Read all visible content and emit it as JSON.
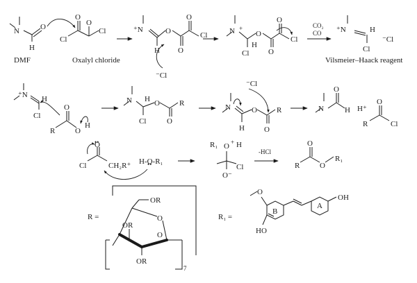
{
  "labels": {
    "dmf": "DMF",
    "oxalyl": "Oxalyl chloride",
    "vilsmeier": "Vilsmeier–Haack reagent",
    "co2": "CO₂",
    "co": "CO",
    "minus_hcl": "-HCl",
    "hplus": "H⁺",
    "r_eq": "R =",
    "r1_eq": "R₁ =",
    "sub7": "7",
    "ring_a": "A",
    "ring_b": "B"
  },
  "atoms": {
    "N": "N",
    "Nplus": "⁺N",
    "O": "O",
    "Cl": "Cl",
    "Clminus": "⁻Cl",
    "H": "H",
    "R": "R",
    "R1": "R₁",
    "OR": "OR",
    "OH": "OH",
    "HO": "HO",
    "Ominus": "O⁻",
    "CH2R": "CH₂R⁺",
    "HOR1": "H-O-R₁",
    "lonepair": "••",
    "plus": "+"
  }
}
